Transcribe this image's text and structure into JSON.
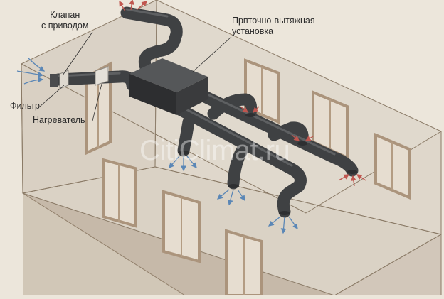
{
  "labels": {
    "valve": [
      "Клапан",
      "с приводом"
    ],
    "unit": [
      "Прпточно-вытяжная",
      "установка"
    ],
    "filter": "Фильтр",
    "heater": "Нагреватель"
  },
  "watermark": "CitiClimat.ru",
  "colors": {
    "background": "#ece6db",
    "wall": "#8a7a66",
    "duct": "#47494b",
    "duct_light": "#6a6c6e",
    "supply_arrow": "#5b87b6",
    "exhaust_arrow": "#c0564f",
    "window_frame": "#ab947c"
  },
  "icons": [
    "supply-air-arrow-icon",
    "exhaust-air-arrow-icon"
  ]
}
